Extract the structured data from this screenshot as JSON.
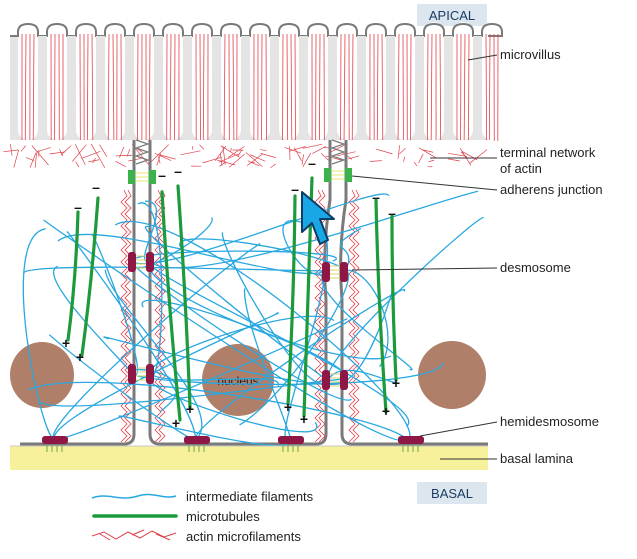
{
  "orientation": {
    "apical": "APICAL",
    "basal": "BASAL"
  },
  "labels": {
    "microvillus": "microvillus",
    "terminal_network_line1": "terminal network",
    "terminal_network_line2": "of actin",
    "adherens_junction": "adherens junction",
    "desmosome": "desmosome",
    "hemidesmosome": "hemidesmosome",
    "basal_lamina": "basal lamina",
    "nucleus": "nucleus"
  },
  "legend": {
    "items": [
      {
        "label": "intermediate filaments",
        "color": "#29a8e0"
      },
      {
        "label": "microtubules",
        "color": "#1c9a3c"
      },
      {
        "label": "actin microfilaments",
        "color": "#e0414a"
      }
    ]
  },
  "polarity": {
    "minus": "–",
    "plus": "+"
  },
  "colors": {
    "membrane": "#7a7a7a",
    "cytoplasm_top": "#e6e6e6",
    "lamina": "#f6f19a",
    "nucleus": "#b07f6a",
    "desmosome": "#8e1746",
    "junction": "#3cb24a",
    "cursor": "#1aa7e6",
    "tag_bg": "#dbe6ee"
  }
}
